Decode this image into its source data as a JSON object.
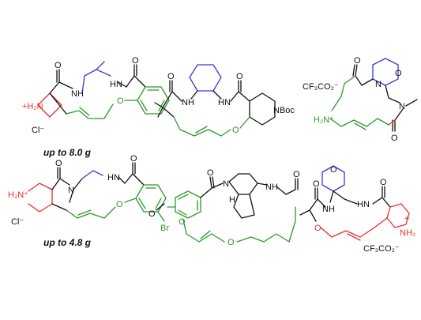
{
  "colors": {
    "black": "#111111",
    "red": "#e8302a",
    "green": "#2a9a2a",
    "blue": "#3a3ad6"
  },
  "molecules": [
    {
      "name": "molecule-1",
      "atoms": {
        "n_cation": "+H₂N",
        "nh_1": "NH",
        "nh_2": "HN",
        "o_carbonyl_1": "O",
        "o_carbonyl_2": "O",
        "o_ether": "O"
      },
      "counterion": "Cl⁻",
      "caption": "up to 8.0 g"
    },
    {
      "name": "molecule-2",
      "atoms": {
        "nh_1": "NH",
        "nh_2": "HN",
        "o_carbonyl_1": "O",
        "o_carbonyl_2": "O",
        "o_ether": "O",
        "nboc": "NBoc"
      }
    },
    {
      "name": "molecule-3",
      "atoms": {
        "counterion": "CF₃CO₂⁻",
        "o_carbonyl_1": "O",
        "o_morpholine": "O",
        "n_morpholine": "N",
        "n_amide": "N",
        "n_cation": "H₂N⁺",
        "o_carbonyl_2": "O"
      }
    },
    {
      "name": "molecule-4",
      "atoms": {
        "n_cation": "H₂N⁺",
        "n_amide": "N",
        "nh": "HN",
        "o_carbonyl_1": "O",
        "o_carbonyl_2": "O",
        "o_ether": "O",
        "br": "Br"
      },
      "counterion": "Cl⁻",
      "caption": "up to 4.8 g"
    },
    {
      "name": "molecule-5",
      "atoms": {
        "o_methoxy": "O",
        "o_carbonyl_1": "O",
        "n_ring": "N",
        "h_ring": "H",
        "nh": "NH",
        "o_carbonyl_2": "O",
        "o_ether_1": "O",
        "o_ether_2": "O"
      }
    },
    {
      "name": "molecule-6",
      "atoms": {
        "o_pyran": "O",
        "o_carbonyl_1": "O",
        "nh_1": "NH",
        "nh_2": "HN",
        "o_carbonyl_2": "O",
        "o_ether": "O",
        "n_cation": "NH₂",
        "plus": "+"
      },
      "counterion": "CF₃CO₂⁻"
    }
  ]
}
